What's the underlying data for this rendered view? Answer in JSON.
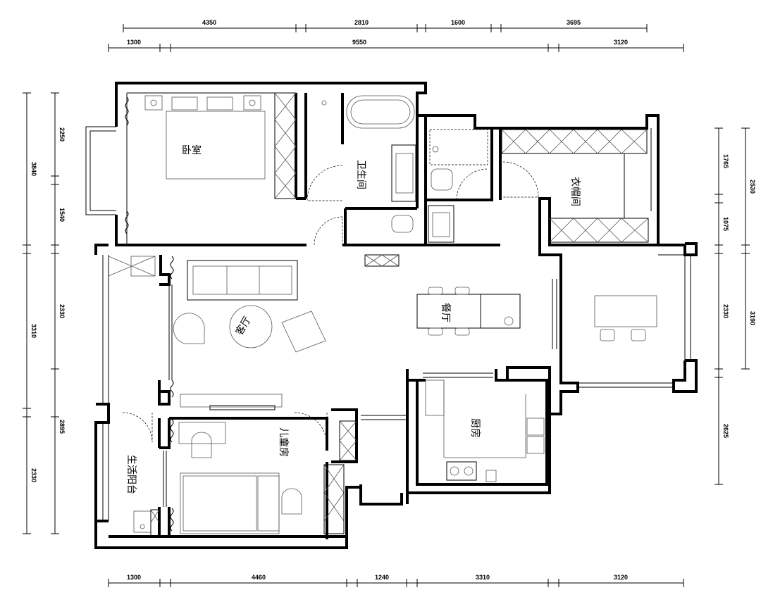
{
  "dimensions": {
    "top_row1": [
      "4350",
      "2810",
      "1600",
      "3695"
    ],
    "top_row2": [
      "1300",
      "9550",
      "3120"
    ],
    "bottom": [
      "1300",
      "4460",
      "1240",
      "3310",
      "3120"
    ],
    "left_outer": [
      "3840",
      "3310",
      "2330"
    ],
    "left_inner": [
      "2250",
      "1540",
      "2330",
      "2895"
    ],
    "right_inner": [
      "1765",
      "1075",
      "2330",
      "2625"
    ],
    "right_outer": [
      "2530",
      "3190"
    ]
  },
  "rooms": {
    "bedroom": "卧室",
    "bathroom": "卫生间",
    "cloakroom": "衣帽间",
    "living_room": "客厅",
    "dining_room": "餐厅",
    "kitchen": "厨房",
    "kids_room": "儿童房",
    "utility_balcony": "生活阳台"
  }
}
